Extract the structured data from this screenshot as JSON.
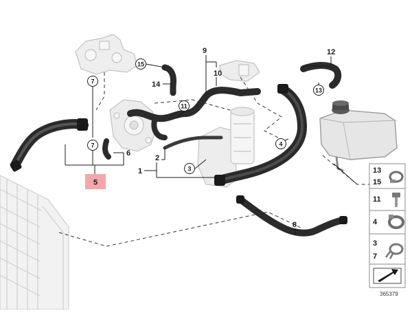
{
  "diagram": {
    "reference_number": "365379",
    "highlighted_callout": "5",
    "colors": {
      "highlight_fill": "#f2a7ac",
      "hose": "#2b2b2b",
      "ghost_parts": "#c9c9c9",
      "leader": "#1a1a1a"
    },
    "callouts": {
      "c15_top": "15",
      "c14": "14",
      "c9": "9",
      "c10": "10",
      "c12": "12",
      "c13_top": "13",
      "c7_top": "7",
      "c11": "11",
      "c4": "4",
      "c7_mid": "7",
      "c6": "6",
      "c5": "5",
      "c2": "2",
      "c1": "1",
      "c3": "3",
      "c8": "8"
    },
    "parts_legend": [
      {
        "labels": [
          "13",
          "15"
        ],
        "icon": "hose-clamp-icon"
      },
      {
        "labels": [
          "11"
        ],
        "icon": "bolt-icon"
      },
      {
        "labels": [
          "4"
        ],
        "icon": "band-clamp-icon"
      },
      {
        "labels": [
          "3",
          "7"
        ],
        "icon": "spring-clamp-icon"
      },
      {
        "labels": [],
        "icon": "direction-arrow-icon"
      }
    ]
  }
}
